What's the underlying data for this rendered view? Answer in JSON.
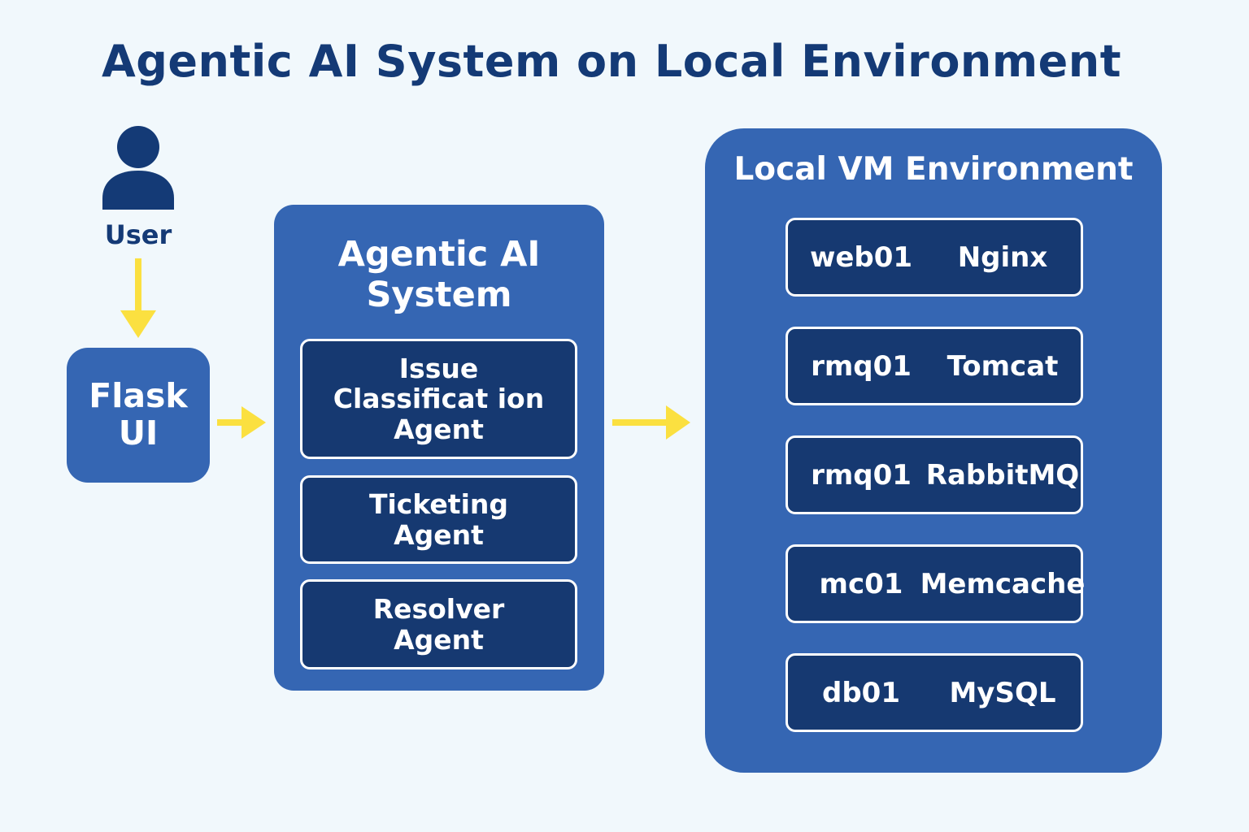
{
  "title": "Agentic AI System on Local Environment",
  "user": {
    "label": "User",
    "icon": "person-icon"
  },
  "flask_ui": {
    "label": "Flask UI"
  },
  "agentic_system": {
    "title": "Agentic AI System",
    "agents": [
      {
        "label": "Issue Classificat ion Agent"
      },
      {
        "label": "Ticketing Agent"
      },
      {
        "label": "Resolver Agent"
      }
    ]
  },
  "vm_environment": {
    "title": "Local VM Environment",
    "items": [
      {
        "host": "web01",
        "service": "Nginx"
      },
      {
        "host": "rmq01",
        "service": "Tomcat"
      },
      {
        "host": "rmq01",
        "service": "RabbitMQ"
      },
      {
        "host": "mc01",
        "service": "Memcache"
      },
      {
        "host": "db01",
        "service": "MySQL"
      }
    ]
  },
  "colors": {
    "background": "#f1f8fc",
    "panel": "#3566b3",
    "dark_box": "#163971",
    "title": "#143a76",
    "arrow": "#fbe040"
  }
}
